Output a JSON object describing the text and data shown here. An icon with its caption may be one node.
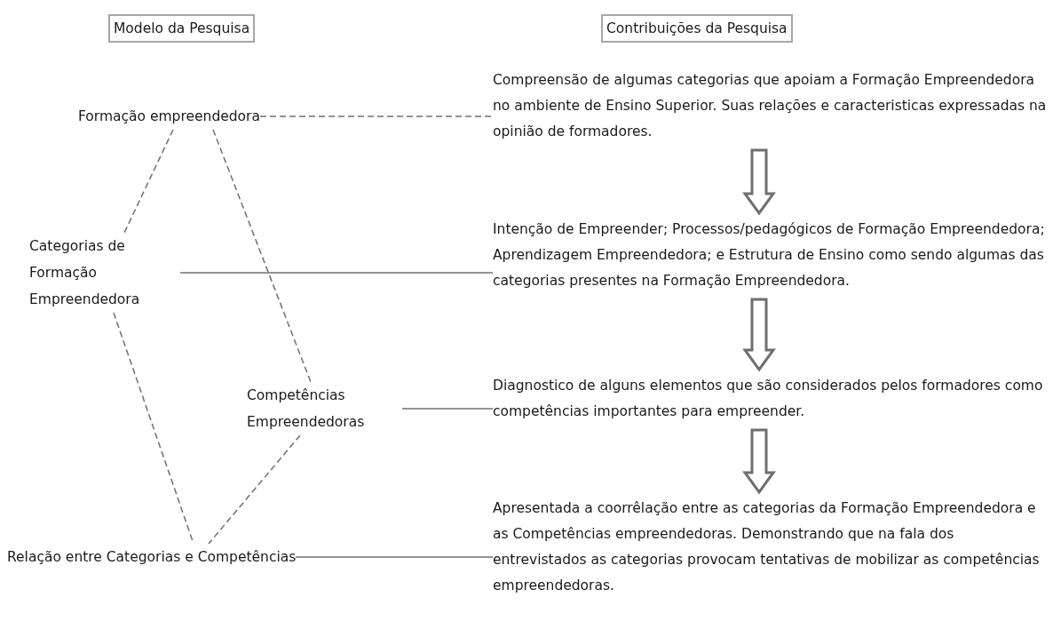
{
  "diagram": {
    "nodes": [
      {
        "text": [
          "Modelo da Pesquisa"
        ]
      },
      {
        "text": [
          "Contribuições da Pesquisa"
        ]
      },
      {
        "text": [
          "Formação empreendedora"
        ]
      },
      {
        "text": [
          "Categorias de Formação Empreendedora"
        ]
      },
      {
        "text": [
          "Competências Empreendedoras"
        ]
      },
      {
        "text": [
          "Relação entre Categorias e Competências"
        ]
      },
      {
        "text": [
          "Compreensão de algumas categorias que apoiam a Formação Empreendedora no ambiente de Ensino Superior. Suas relações e caracteristicas expressadas na opinião de formadores."
        ]
      },
      {
        "text": [
          "Intenção de Empreender; Processos/pedagógicos de Formação Empreendedora; Aprendizagem Empreendedora; e Estrutura de Ensino como sendo algumas das categorias presentes na Formação Empreendedora."
        ]
      },
      {
        "text": [
          "Diagnostico de alguns elementos que são considerados pelos formadores como competências importantes para empreender."
        ]
      },
      {
        "text": [
          "Apresentada a coorrêlação entre as categorias da Formação Empreendedora e as Competências empreendedoras. Demonstrando que na fala dos entrevistados as categorias provocam tentativas de mobilizar as competências empreendedoras."
        ]
      }
    ],
    "edges": [
      {
        "from": 2,
        "to": 6,
        "arrow": "none",
        "style": "dashed"
      },
      {
        "from": 3,
        "to": 7,
        "arrow": "none"
      },
      {
        "from": 4,
        "to": 8,
        "arrow": "none"
      },
      {
        "from": 5,
        "to": 9,
        "arrow": "none"
      },
      {
        "from": 2,
        "to": 3,
        "arrow": "none",
        "style": "dashed"
      },
      {
        "from": 2,
        "to": 4,
        "arrow": "none",
        "style": "dashed"
      },
      {
        "from": 3,
        "to": 5,
        "arrow": "none",
        "style": "dashed"
      },
      {
        "from": 4,
        "to": 5,
        "arrow": "none",
        "style": "dashed"
      },
      {
        "from": 6,
        "to": 7,
        "arrow": "to"
      },
      {
        "from": 7,
        "to": 8,
        "arrow": "to"
      },
      {
        "from": 8,
        "to": 9,
        "arrow": "to"
      }
    ]
  }
}
